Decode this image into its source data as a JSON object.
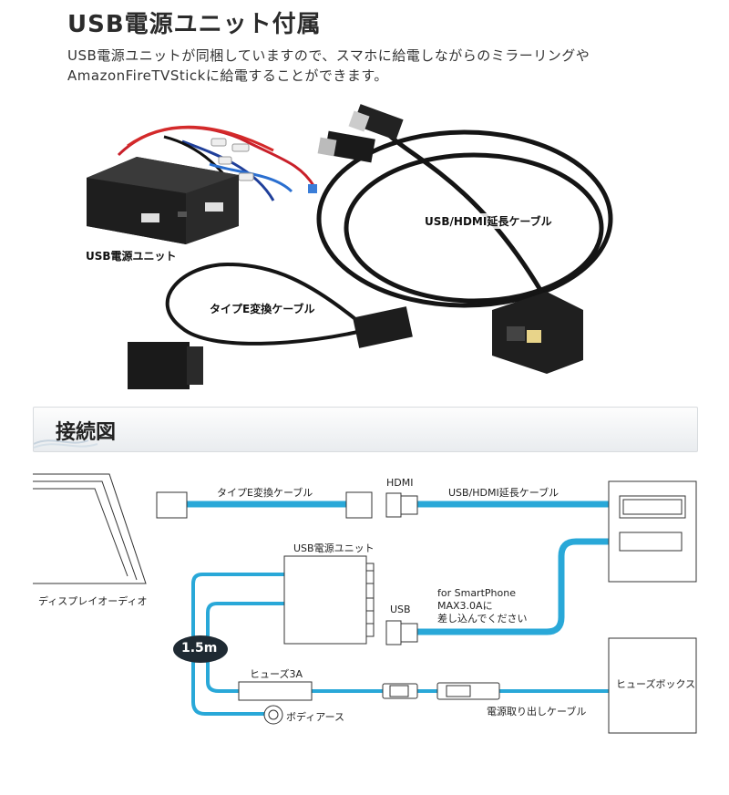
{
  "header": {
    "title": "USB電源ユニット付属",
    "desc_line1": "USB電源ユニットが同梱していますので、スマホに給電しながらのミラーリングや",
    "desc_line2": "AmazonFireTVStickに給電することができます。"
  },
  "photo_labels": {
    "usb_power_unit": "USB電源ユニット",
    "type_e_cable": "タイプE変換ケーブル",
    "usb_hdmi_cable": "USB/HDMI延長ケーブル"
  },
  "section": {
    "title": "接続図"
  },
  "diagram": {
    "display_audio": "ディスプレイオーディオ",
    "type_e_cable": "タイプE変換ケーブル",
    "hdmi": "HDMI",
    "usb_hdmi_cable": "USB/HDMI延長ケーブル",
    "usb_power_unit": "USB電源ユニット",
    "usb": "USB",
    "smartphone_line1": "for SmartPhone",
    "smartphone_line2": "MAX3.0Aに",
    "smartphone_line3": "差し込んでください",
    "length": "1.5m",
    "fuse": "ヒューズ3A",
    "body_earth": "ボディアース",
    "fuse_box": "ヒューズボックス",
    "power_cable": "電源取り出しケーブル"
  },
  "colors": {
    "cable": "#29a8d8",
    "ink": "#222222",
    "badge": "#1f2a33"
  }
}
